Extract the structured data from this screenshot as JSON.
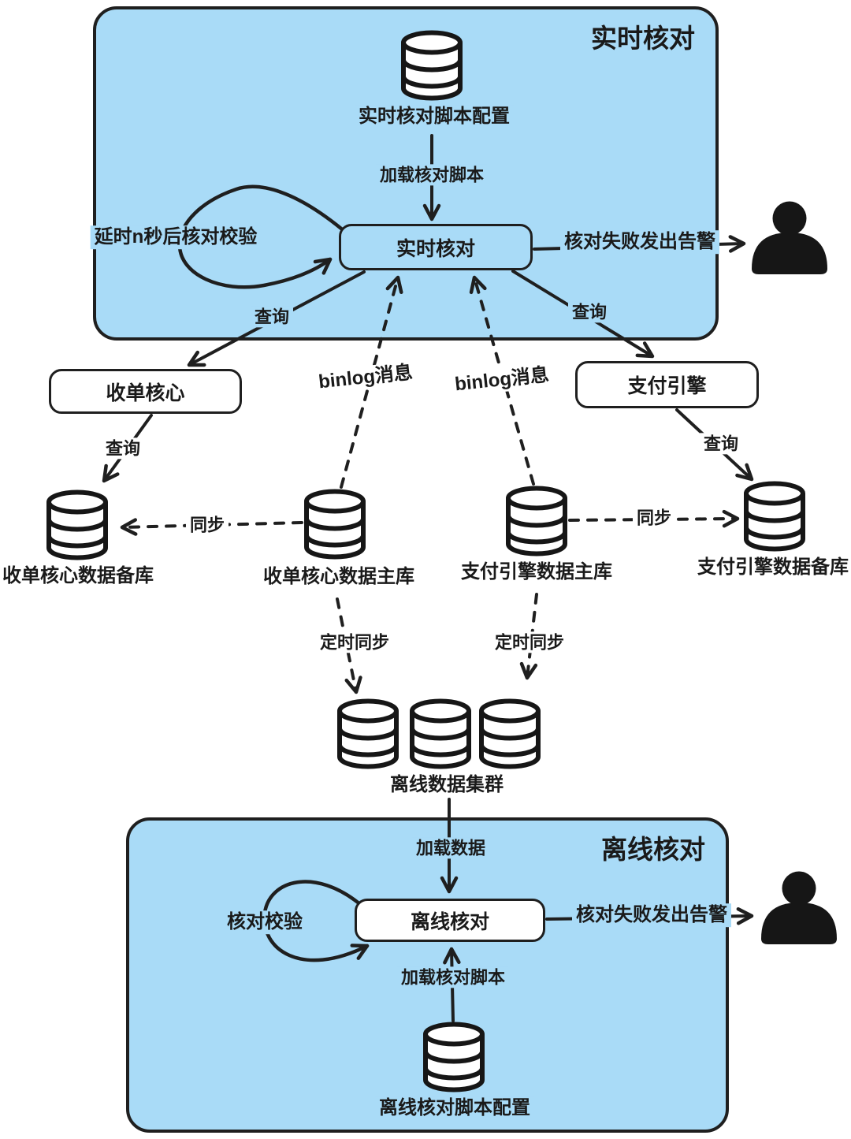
{
  "diagram": {
    "realtime_panel": {
      "title": "实时核对",
      "script_config_db_label": "实时核对脚本配置",
      "load_script_label": "加载核对脚本",
      "node_label": "实时核对",
      "delay_loop_label": "延时n秒后核对校验",
      "alert_label": "核对失败发出告警",
      "query_left_label": "查询",
      "query_right_label": "查询"
    },
    "middle": {
      "acquiring_core_label": "收单核心",
      "payment_engine_label": "支付引擎",
      "binlog_left_label": "binlog消息",
      "binlog_right_label": "binlog消息",
      "query_acquiring_label": "查询",
      "query_payment_label": "查询",
      "acquiring_backup_db_label": "收单核心数据备库",
      "acquiring_master_db_label": "收单核心数据主库",
      "payment_master_db_label": "支付引擎数据主库",
      "payment_backup_db_label": "支付引擎数据备库",
      "sync_left_label": "同步",
      "sync_right_label": "同步",
      "scheduled_sync_left_label": "定时同步",
      "scheduled_sync_right_label": "定时同步",
      "offline_cluster_label": "离线数据集群"
    },
    "offline_panel": {
      "title": "离线核对",
      "load_data_label": "加载数据",
      "node_label": "离线核对",
      "check_loop_label": "核对校验",
      "alert_label": "核对失败发出告警",
      "load_script_label": "加载核对脚本",
      "script_config_db_label": "离线核对脚本配置"
    },
    "colors": {
      "panel_bg": "#a9dbf7",
      "stroke": "#1f1f1f",
      "node_bg": "#ffffff"
    }
  }
}
